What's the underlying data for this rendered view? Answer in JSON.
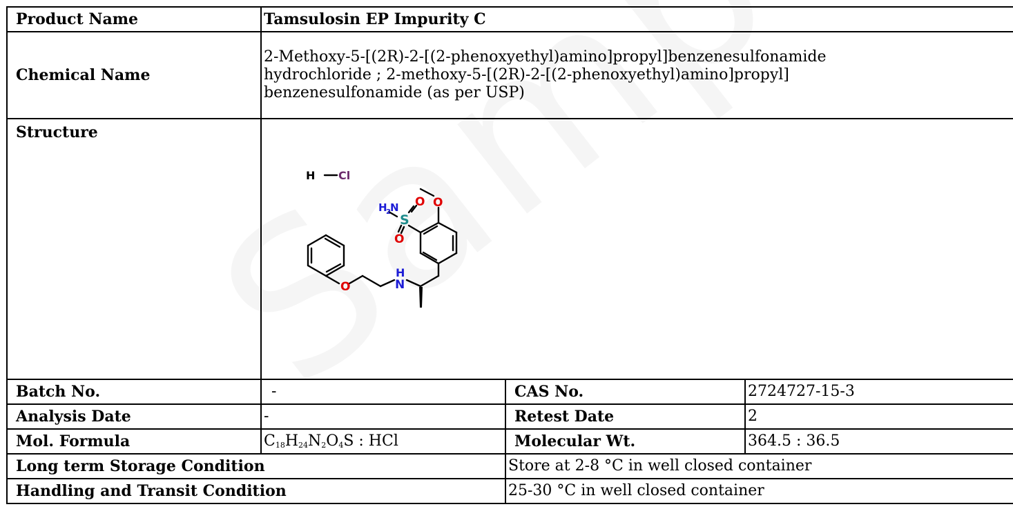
{
  "watermark": "Sample COA",
  "rows": {
    "product_name": {
      "label": "Product Name",
      "value": "Tamsulosin EP Impurity C"
    },
    "chemical_name": {
      "label": "Chemical Name",
      "line1": "2-Methoxy-5-[(2R)-2-[(2-phenoxyethyl)amino]propyl]benzenesulfonamide",
      "line2": "hydrochloride ; 2-methoxy-5-[(2R)-2-[(2-phenoxyethyl)amino]propyl]",
      "line3": "benzenesulfonamide (as per USP)"
    },
    "structure": {
      "label": "Structure",
      "atoms": {
        "hcl_h": "H",
        "hcl_cl": "Cl",
        "nh2": "H",
        "nh2_sub": "2",
        "nh2_n": "N",
        "s": "S",
        "o1": "O",
        "o2": "O",
        "o_methoxy": "O",
        "o_ether": "O",
        "nh_h": "H",
        "nh_n": "N"
      }
    },
    "batch_no": {
      "label": "Batch No.",
      "value": "-"
    },
    "cas_no": {
      "label": "CAS No.",
      "value": "2724727-15-3"
    },
    "analysis_date": {
      "label": "Analysis Date",
      "value": "-"
    },
    "retest_date": {
      "label": "Retest Date",
      "value": "2"
    },
    "mol_formula": {
      "label": "Mol. Formula",
      "parts": [
        "C",
        "18",
        "H",
        "24",
        "N",
        "2",
        "O",
        "4",
        "S : HCl"
      ]
    },
    "molecular_wt": {
      "label": "Molecular Wt.",
      "value": "364.5 : 36.5"
    },
    "storage": {
      "label": "Long term Storage Condition",
      "value": "Store at 2-8 °C in well closed container"
    },
    "handling": {
      "label": "Handling and Transit Condition",
      "value": "25-30 °C in well closed container"
    }
  },
  "colors": {
    "nitrogen": "#1d1dd6",
    "oxygen": "#e00000",
    "sulfur": "#1e8c8c",
    "chlorine": "#6b2a6b"
  }
}
